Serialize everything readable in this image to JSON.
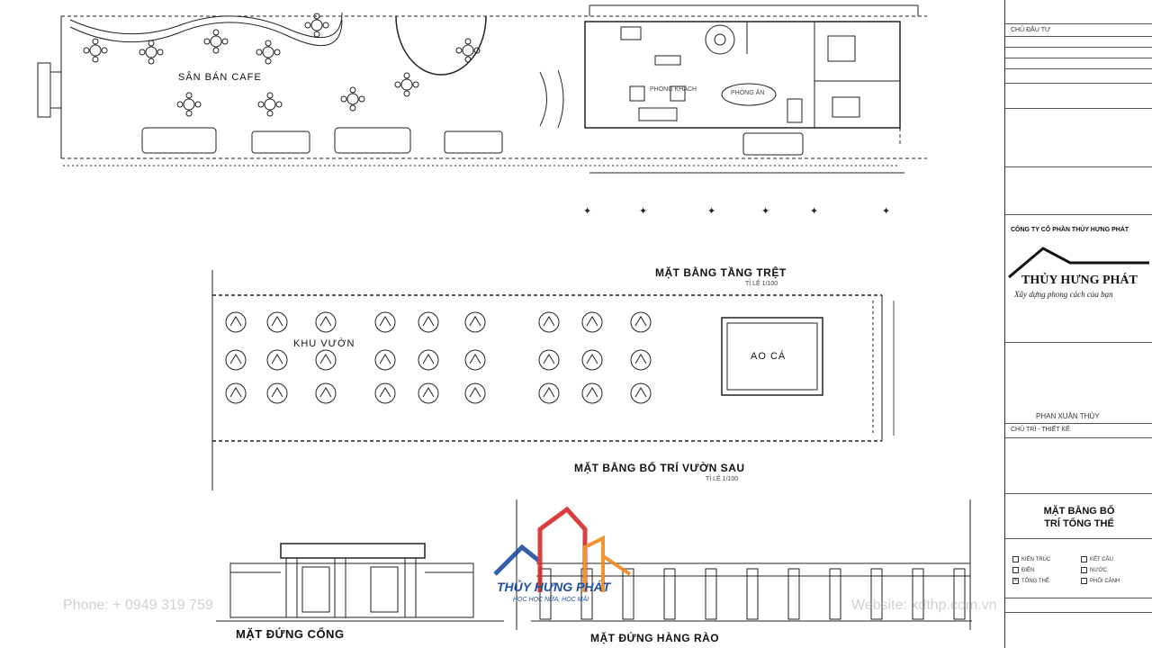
{
  "plans": {
    "ground_floor": {
      "title": "MẶT BẰNG TẦNG TRỆT",
      "scale": "TỈ LỆ 1/100"
    },
    "back_garden": {
      "title": "MẶT BẰNG  BỐ TRÍ VƯỜN SAU",
      "scale": "TỈ LỆ 1/100"
    },
    "gate_elevation": {
      "title": "MẶT ĐỨNG CỔNG"
    },
    "fence_elevation": {
      "title": "MẶT ĐỨNG  HÀNG RÀO"
    }
  },
  "rooms": {
    "cafe_yard": "SÂN BÁN CAFE",
    "garden_zone": "KHU VƯỜN",
    "fish_pond": "AO CÁ",
    "living_room": "PHÒNG KHÁCH",
    "dining_room": "PHÒNG ĂN"
  },
  "title_block": {
    "owner_label": "CHỦ ĐẦU TƯ",
    "company_line": "CÔNG TY CỔ PHẦN THỦY HƯNG PHÁT",
    "brand_name": "THỦY HƯNG PHÁT",
    "slogan": "Xây dựng phong cách của bạn",
    "sheet_title_line1": "MẶT BẰNG BỐ",
    "sheet_title_line2": "TRÍ TỔNG THỂ",
    "designer": "PHAN XUÂN THỦY",
    "designer_label": "CHỦ TRÌ - THIẾT KẾ",
    "legend": [
      {
        "label": "KIẾN TRÚC",
        "checked": false
      },
      {
        "label": "KẾT CẤU",
        "checked": false
      },
      {
        "label": "ĐIỆN",
        "checked": false
      },
      {
        "label": "NƯỚC",
        "checked": false
      },
      {
        "label": "TỔNG THỂ",
        "checked": true
      },
      {
        "label": "PHỐI CẢNH",
        "checked": false
      }
    ]
  },
  "watermark": {
    "brand": "THỦY HƯNG PHÁT",
    "tagline": "HỌC HỌC NỮA, HỌC MÃI",
    "phone": "Phone: + 0949 319 759",
    "website": "Website: xdthp.com.vn"
  },
  "colors": {
    "line": "#222222",
    "wm_blue": "#1e4fa0",
    "wm_red": "#d62b2b",
    "wm_orange": "#f08a1d"
  }
}
